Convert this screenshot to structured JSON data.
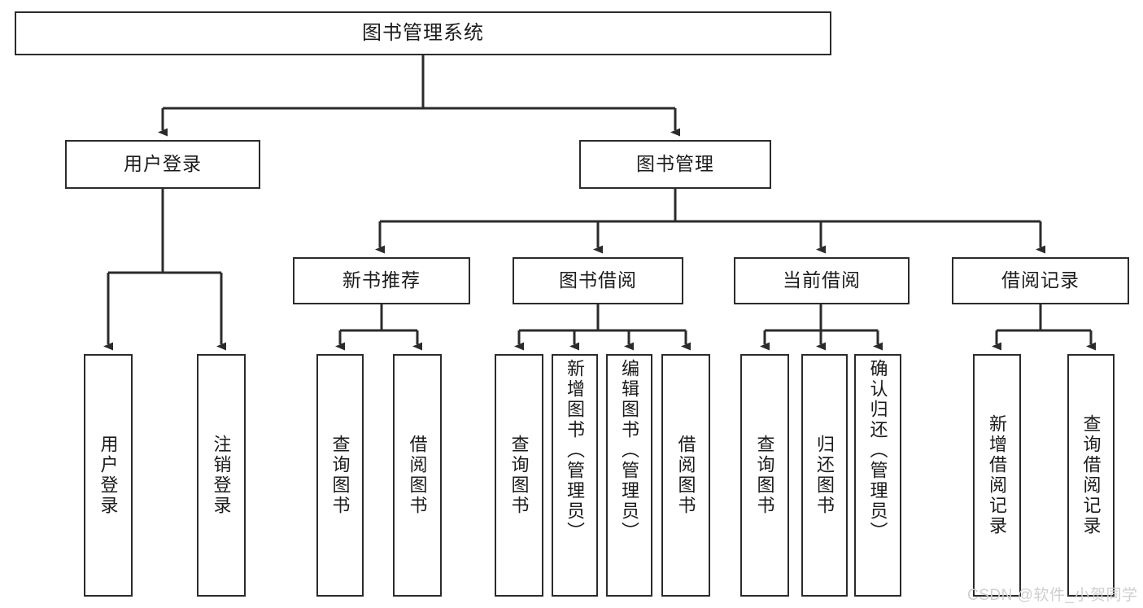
{
  "diagram": {
    "type": "tree",
    "title": "图书管理系统",
    "orientation": "top-down",
    "line_color": "#2b2b2b",
    "box_fill": "#ffffff",
    "text_color": "#1b1b1b",
    "watermark": "CSDN @软件_小贺同学",
    "watermark_color": "#cfcfcf"
  },
  "nodes": {
    "root": {
      "label": "图书管理系统"
    },
    "level1": [
      {
        "label": "用户登录"
      },
      {
        "label": "图书管理"
      }
    ],
    "level2": [
      {
        "label": "新书推荐"
      },
      {
        "label": "图书借阅"
      },
      {
        "label": "当前借阅"
      },
      {
        "label": "借阅记录"
      }
    ],
    "leaves": {
      "user_login": [
        {
          "label": "用户登录"
        },
        {
          "label": "注销登录"
        }
      ],
      "new_book_recommend": [
        {
          "label": "查询图书"
        },
        {
          "label": "借阅图书"
        }
      ],
      "book_borrow": [
        {
          "label": "查询图书"
        },
        {
          "label": "新增图书（管理员）"
        },
        {
          "label": "编辑图书（管理员）"
        },
        {
          "label": "借阅图书"
        }
      ],
      "current_borrow": [
        {
          "label": "查询图书"
        },
        {
          "label": "归还图书"
        },
        {
          "label": "确认归还（管理员）"
        }
      ],
      "borrow_record": [
        {
          "label": "新增借阅记录"
        },
        {
          "label": "查询借阅记录"
        }
      ]
    }
  }
}
